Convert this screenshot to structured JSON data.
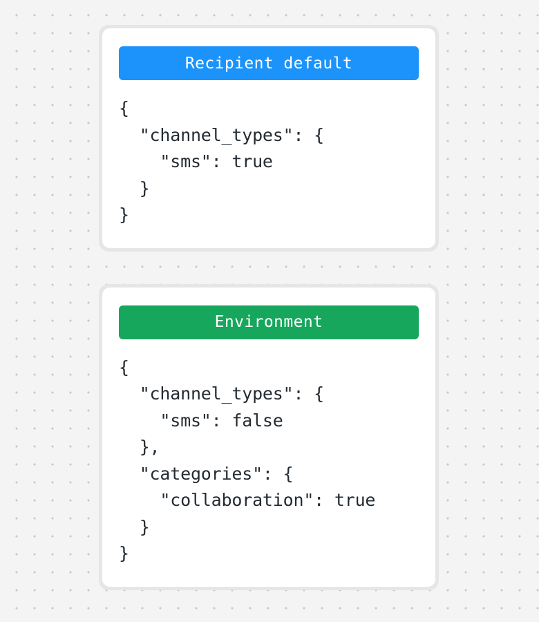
{
  "background": {
    "color": "#f4f4f4",
    "dot_color": "#c9c9c9",
    "pattern": "dot-grid"
  },
  "cards": [
    {
      "id": "recipient-default",
      "header_label": "Recipient default",
      "header_color": "#1b93fb",
      "header_text_color": "#ffffff",
      "code": "{\n  \"channel_types\": {\n    \"sms\": true\n  }\n}",
      "code_text_color": "#242c33",
      "card_color": "#ffffff",
      "frame_color": "#e6e6e6"
    },
    {
      "id": "environment",
      "header_label": "Environment",
      "header_color": "#16a75d",
      "header_text_color": "#ffffff",
      "code": "{\n  \"channel_types\": {\n    \"sms\": false\n  },\n  \"categories\": {\n    \"collaboration\": true\n  }\n}",
      "code_text_color": "#242c33",
      "card_color": "#ffffff",
      "frame_color": "#e6e6e6"
    }
  ]
}
